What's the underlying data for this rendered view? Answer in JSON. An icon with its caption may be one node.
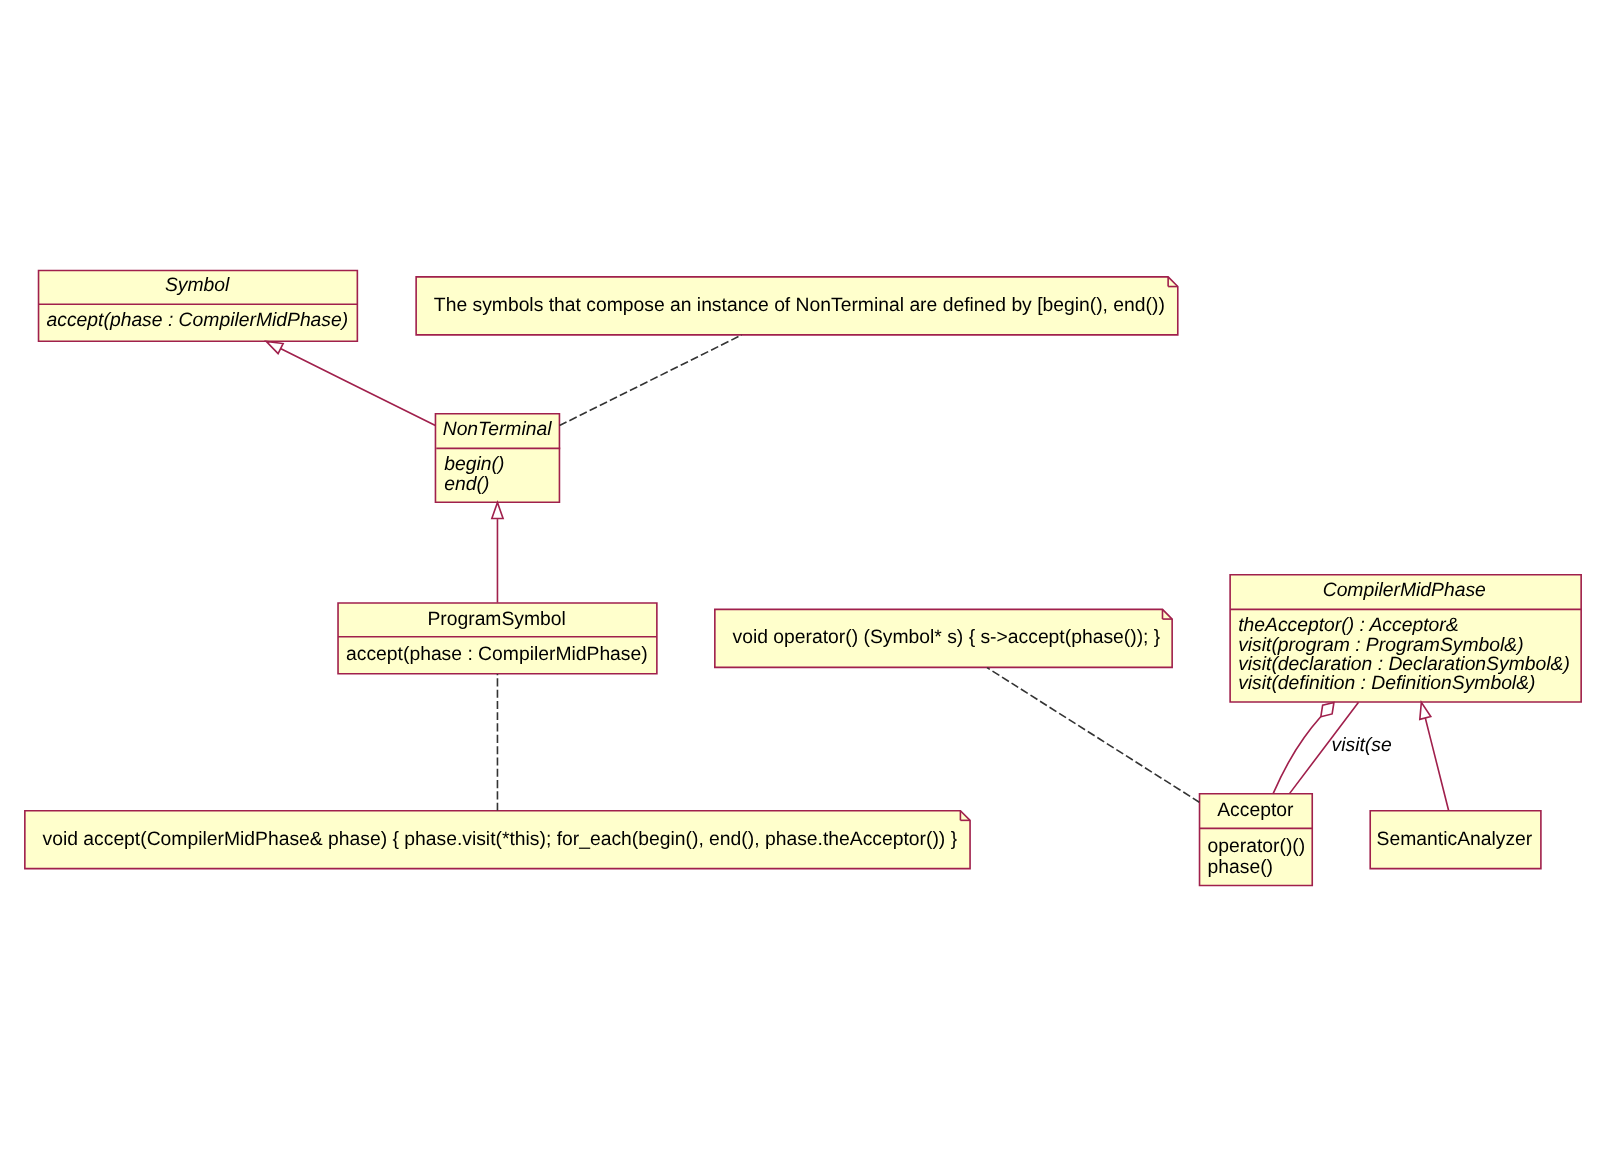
{
  "diagram": {
    "nodes": [
      {
        "text": [
          "Symbol",
          "accept(phase : CompilerMidPhase)"
        ]
      },
      {
        "text": [
          "void accept(CompilerMidPhase& phase) { phase.visit(*this); for_each(begin(), end(), phase.theAcceptor()) }"
        ]
      },
      {
        "text": [
          "NonTerminal",
          "begin()",
          "end()"
        ]
      },
      {
        "text": [
          "ProgramSymbol",
          "accept(phase : CompilerMidPhase)"
        ]
      },
      {
        "text": [
          "The symbols that compose an instance of NonTerminal are defined by [begin(), end())"
        ]
      },
      {
        "text": [
          "CompilerMidPhase",
          "theAcceptor() : Acceptor&",
          "visit(program : ProgramSymbol&)",
          "visit(declaration : DeclarationSymbol&)",
          "visit(definition : DefinitionSymbol&)"
        ]
      },
      {
        "text": [
          "Acceptor",
          "operator()()",
          "phase()"
        ]
      },
      {
        "text": [
          "void operator() (Symbol* s) { s->accept(phase()); }"
        ]
      },
      {
        "text": [
          "SemanticAnalyzer"
        ]
      }
    ],
    "edges": [
      {
        "from": 2,
        "to": 0,
        "arrow": "to"
      },
      {
        "from": 3,
        "to": 2,
        "arrow": "to"
      },
      {
        "from": 1,
        "to": 3,
        "arrow": "none",
        "style": "dashed",
        "color": "#333333"
      },
      {
        "from": 2,
        "to": 4,
        "arrow": "none",
        "style": "dashed",
        "color": "#333333"
      },
      {
        "from": 6,
        "to": 5,
        "arrow": "none",
        "label": "visit(se"
      },
      {
        "from": 6,
        "to": 5,
        "arrow": "other"
      },
      {
        "from": 6,
        "to": 7,
        "arrow": "none",
        "style": "dashed",
        "color": "#333333"
      },
      {
        "from": 8,
        "to": 5,
        "arrow": "to"
      }
    ]
  }
}
